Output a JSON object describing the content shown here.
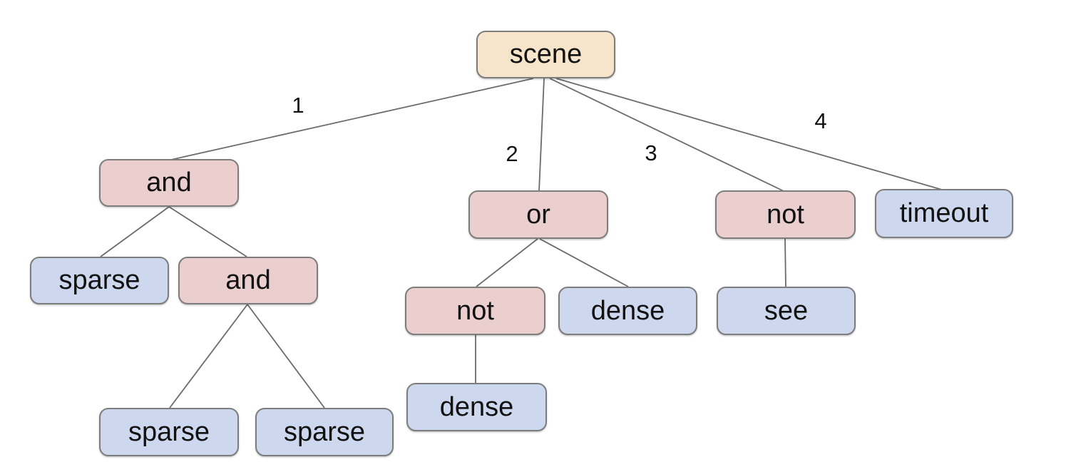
{
  "diagram_type": "tree",
  "palette": {
    "background": "#ffffff",
    "root-fill": "#f6e5cb",
    "operator-fill": "#ebcfcf",
    "leaf-fill": "#cdd8ee",
    "node-border": "#7d7d7d",
    "edge-line": "#6b6b6b",
    "text": "#111111"
  },
  "nodes": [
    {
      "id": "scene",
      "label": "scene",
      "kind": "root"
    },
    {
      "id": "and-1",
      "label": "and",
      "kind": "operator"
    },
    {
      "id": "or-1",
      "label": "or",
      "kind": "operator"
    },
    {
      "id": "not-1",
      "label": "not",
      "kind": "operator"
    },
    {
      "id": "timeout-1",
      "label": "timeout",
      "kind": "leaf"
    },
    {
      "id": "sparse-1",
      "label": "sparse",
      "kind": "leaf"
    },
    {
      "id": "and-2",
      "label": "and",
      "kind": "operator"
    },
    {
      "id": "not-2",
      "label": "not",
      "kind": "operator"
    },
    {
      "id": "dense-1",
      "label": "dense",
      "kind": "leaf"
    },
    {
      "id": "see-1",
      "label": "see",
      "kind": "leaf"
    },
    {
      "id": "dense-2",
      "label": "dense",
      "kind": "leaf"
    },
    {
      "id": "sparse-2",
      "label": "sparse",
      "kind": "leaf"
    },
    {
      "id": "sparse-3",
      "label": "sparse",
      "kind": "leaf"
    }
  ],
  "edges": [
    {
      "from": "scene",
      "to": "and-1",
      "label": "1"
    },
    {
      "from": "scene",
      "to": "or-1",
      "label": "2"
    },
    {
      "from": "scene",
      "to": "not-1",
      "label": "3"
    },
    {
      "from": "scene",
      "to": "timeout-1",
      "label": "4"
    },
    {
      "from": "and-1",
      "to": "sparse-1"
    },
    {
      "from": "and-1",
      "to": "and-2"
    },
    {
      "from": "and-2",
      "to": "sparse-2"
    },
    {
      "from": "and-2",
      "to": "sparse-3"
    },
    {
      "from": "or-1",
      "to": "not-2"
    },
    {
      "from": "or-1",
      "to": "dense-1"
    },
    {
      "from": "not-2",
      "to": "dense-2"
    },
    {
      "from": "not-1",
      "to": "see-1"
    }
  ]
}
